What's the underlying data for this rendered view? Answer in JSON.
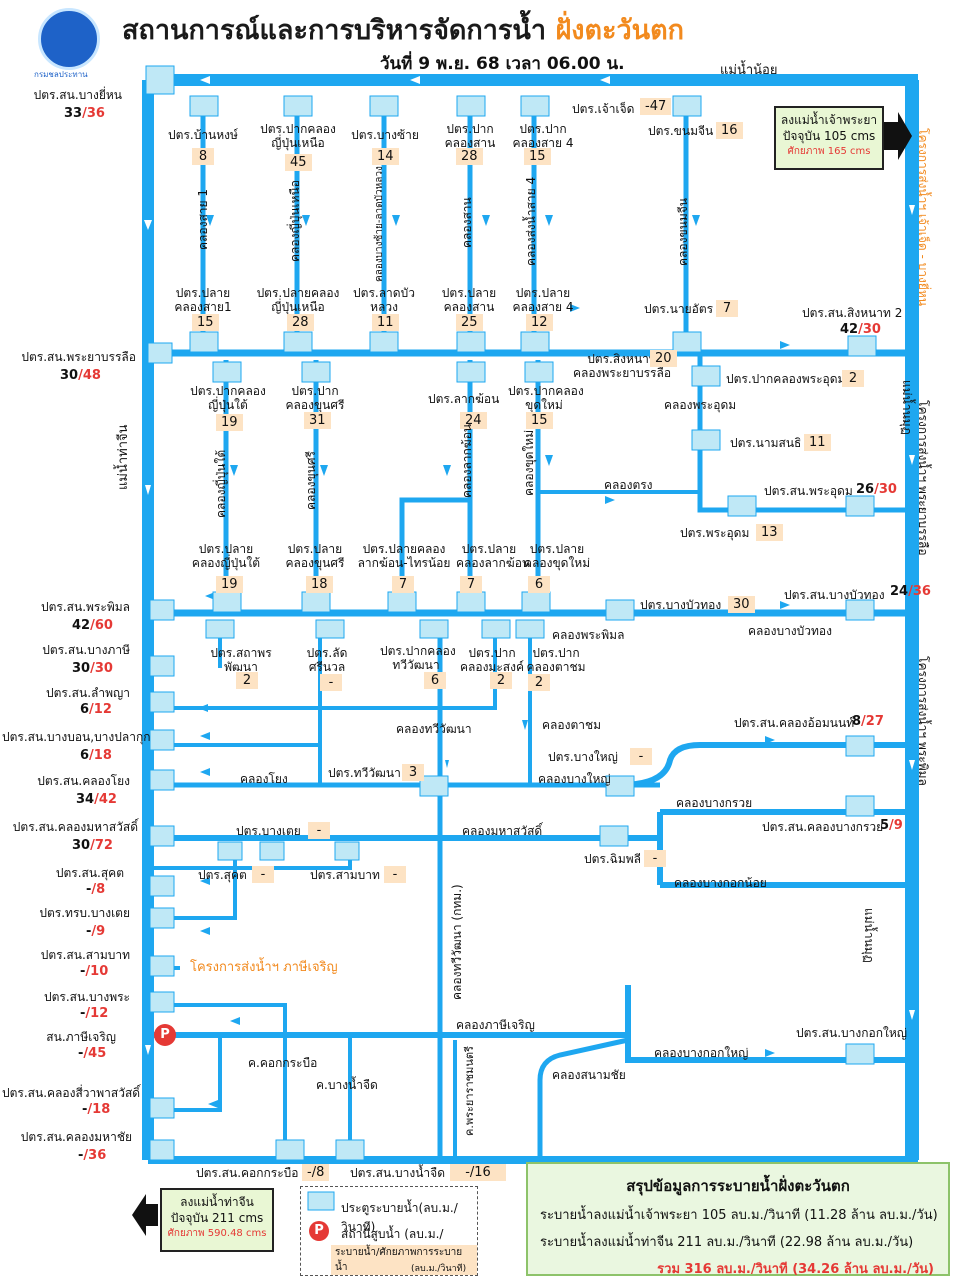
{
  "header": {
    "title_prefix": "สถานการณ์และการบริหารจัดการน้ำ",
    "title_accent": "ฝั่งตะวันตก",
    "date": "วันที่ 9 พ.ย. 68 เวลา 06.00 น.",
    "logo_text": "กรมชลประทาน"
  },
  "rivers": {
    "noi": "แม่น้ำน้อย",
    "tha_chin": "แม่น้ำท่าจีน",
    "right_top": "โครงการส่งน้ำฯ เจ้าเจ็ด - บางยี่หน",
    "right_mid": "โครงการส่งน้ำฯ พระยาบรรลือ",
    "right_bot": "โครงการส่งน้ำฯ พระพิมล",
    "maenam_phutom1": "แม่น้ำนมุฏ",
    "maenam_phutom2": "แม่น้ำนมุฏ"
  },
  "chao_phraya_box": {
    "title": "ลงแม่น้ำเจ้าพระยา",
    "current": "ปัจจุบัน 105 cms",
    "capacity": "ศักยภาพ 165 cms"
  },
  "tha_chin_box": {
    "title": "ลงแม่น้ำท่าจีน",
    "current": "ปัจจุบัน 211 cms",
    "capacity": "ศักยภาพ 590.48 cms"
  },
  "left_stations": [
    {
      "name": "ปตร.สน.บางยี่หน",
      "flow": "33",
      "cap": "/36"
    },
    {
      "name": "ปตร.สน.พระยาบรรลือ",
      "flow": "30",
      "cap": "/48"
    },
    {
      "name": "ปตร.สน.พระพิมล",
      "flow": "42",
      "cap": "/60"
    },
    {
      "name": "ปตร.สน.บางภาษี",
      "flow": "30",
      "cap": "/30"
    },
    {
      "name": "ปตร.สน.ลำพญา",
      "flow": "6",
      "cap": "/12"
    },
    {
      "name": "ปตร.สน.บางบอน,บางปลากุก",
      "flow": "6",
      "cap": "/18"
    },
    {
      "name": "ปตร.สน.คลองโยง",
      "flow": "34",
      "cap": "/42"
    },
    {
      "name": "ปตร.สน.คลองมหาสวัสดิ์",
      "flow": "30",
      "cap": "/72"
    },
    {
      "name": "ปตร.สน.สุคต",
      "flow": "-",
      "cap": "/8"
    },
    {
      "name": "ปตร.ทรบ.บางเตย",
      "flow": "-",
      "cap": "/9"
    },
    {
      "name": "ปตร.สน.สามบาท",
      "flow": "-",
      "cap": "/10"
    },
    {
      "name": "ปตร.สน.บางพระ",
      "flow": "-",
      "cap": "/12"
    },
    {
      "name": "สน.ภาษีเจริญ",
      "flow": "-",
      "cap": "/45"
    },
    {
      "name": "ปตร.สน.คลองสี่วาพาสวัสดิ์",
      "flow": "-",
      "cap": "/18"
    },
    {
      "name": "ปตร.สน.คลองมหาชัย",
      "flow": "-",
      "cap": "/36"
    }
  ],
  "right_stations": [
    {
      "name": "ปตร.สน.สิงหนาท 2",
      "flow": "42",
      "cap": "/30"
    },
    {
      "name": "ปตร.สน.พระอุดม",
      "flow": "26",
      "cap": "/30"
    },
    {
      "name": "ปตร.สน.บางบัวทอง",
      "flow": "24",
      "cap": "/36"
    },
    {
      "name": "ปตร.สน.คลองอ้อมนนท์",
      "flow": "8",
      "cap": "/27"
    },
    {
      "name": "ปตร.สน.คลองบางกรวย",
      "flow": "5",
      "cap": "/9"
    },
    {
      "name": "ปตร.สน.บางกอกใหญ่",
      "flow": "",
      "cap": ""
    }
  ],
  "bottom_stations": [
    {
      "name": "ปตร.สน.คอกกระบือ",
      "value": "-/8"
    },
    {
      "name": "ปตร.สน.บางน้ำจืด",
      "value": "-/16"
    }
  ],
  "gates": [
    {
      "name": "ปตร.เจ้าเจ็ด",
      "value": "-47"
    },
    {
      "name": "ปตร.บ้านหงษ์",
      "value": "8"
    },
    {
      "name": "ปตร.ปากคลอง\nญี่ปุ่นเหนือ",
      "value": "45"
    },
    {
      "name": "ปตร.บางซ้าย",
      "value": "14"
    },
    {
      "name": "ปตร.ปาก\nคลองสาน",
      "value": "28"
    },
    {
      "name": "ปตร.ปาก\nคลองสาย 4",
      "value": "15"
    },
    {
      "name": "ปตร.ขนมจีน",
      "value": "16"
    },
    {
      "name": "ปตร.ปลาย\nคลองสาย1",
      "value": "15"
    },
    {
      "name": "ปตร.ปลายคลอง\nญี่ปุ่นเหนือ",
      "value": "28"
    },
    {
      "name": "ปตร.ลาดบัว\nหลวง",
      "value": "11"
    },
    {
      "name": "ปตร.ปลาย\nคลองสาน",
      "value": "25"
    },
    {
      "name": "ปตร.ปลาย\nคลองสาย 4",
      "value": "12"
    },
    {
      "name": "ปตร.นายอัตร",
      "value": "7"
    },
    {
      "name": "ปตร.สิงหนาท\nคลองพระยาบรรลือ",
      "value": "20"
    },
    {
      "name": "ปตร.ปากคลองพระอุดม",
      "value": "2"
    },
    {
      "name": "ปตร.ปากคลอง\nญี่ปุ่นใต้",
      "value": "19"
    },
    {
      "name": "ปตร.ปาก\nคลองขุนศรี",
      "value": "31"
    },
    {
      "name": "ปตร.ลากฆ้อน",
      "value": "24"
    },
    {
      "name": "ปตร.ปากคลอง\nขุดใหม่",
      "value": "15"
    },
    {
      "name": "ปตร.นามสนธิ",
      "value": "11"
    },
    {
      "name": "ปตร.พระอุดม",
      "value": "13"
    },
    {
      "name": "ปตร.ปลาย\nคลองญี่ปุ่นใต้",
      "value": "19"
    },
    {
      "name": "ปตร.ปลาย\nคลองขุนศรี",
      "value": "18"
    },
    {
      "name": "ปตร.ปลายคลอง\nลากฆ้อน-ไทรน้อย",
      "value": "7"
    },
    {
      "name": "ปตร.ปลาย\nคลองลากฆ้อน",
      "value": "7"
    },
    {
      "name": "ปตร.ปลาย\nคลองขุดใหม่",
      "value": "6"
    },
    {
      "name": "ปตร.บางบัวทอง",
      "value": "30"
    },
    {
      "name": "ปตร.สถาพร\nพัฒนา",
      "value": "2"
    },
    {
      "name": "ปตร.ลัด\nศรีนวล",
      "value": "-"
    },
    {
      "name": "ปตร.ปากคลอง\nทวีวัฒนา",
      "value": "6"
    },
    {
      "name": "ปตร.ปาก\nคลองมะสงค์",
      "value": "2"
    },
    {
      "name": "ปตร.ปาก\nคลองตาชม",
      "value": "2"
    },
    {
      "name": "ปตร.บางใหญ่",
      "value": "-"
    },
    {
      "name": "ปตร.ทวีวัฒนา",
      "value": "3"
    },
    {
      "name": "ปตร.บางเตย",
      "value": "-"
    },
    {
      "name": "ปตร.ฉิมพลี",
      "value": "-"
    },
    {
      "name": "ปตร.สุคต",
      "value": "-"
    },
    {
      "name": "ปตร.สามบาท",
      "value": "-"
    }
  ],
  "canals_vertical": [
    "คลองสาย 1",
    "คลองญี่ปุ่นเหนือ",
    "คลองบางซ้าย-ลาดบัวหลวง",
    "คลองสาน",
    "คลองส่งน้ำสาย 4",
    "คลองขนมจีน",
    "คลองญี่ปุ่นใต้",
    "คลองขุนศรี",
    "คลองลากฆ้อน",
    "คลองขุดใหม่",
    "คลองทวีวัฒนา (กทม.)",
    "ค.พระยาราชมนตรี"
  ],
  "canals_horizontal": [
    "คลองพระอุดม",
    "คลองตรง",
    "คลองพระพิมล",
    "คลองบางบัวทอง",
    "คลองทวีวัฒนา",
    "คลองตาชม",
    "คลองโยง",
    "คลองบางใหญ่",
    "คลองบางกรวย",
    "คลองมหาสวัสดิ์",
    "คลองบางกอกน้อย",
    "คลองภาษีเจริญ",
    "คลองบางกอกใหญ่",
    "ค.คอกกระบือ",
    "ค.บางน้ำจืด",
    "คลองสนามชัย"
  ],
  "project_label": "โครงการส่งน้ำฯ ภาษีเจริญ",
  "legend": {
    "gate": "ประตูระบายน้ำ(ลบ.ม./วินาที)",
    "pump": "สถานีสูบน้ำ (ลบ.ม./วินาที)",
    "ratio": "ระบายน้ำ/ศักยภาพการระบายน้ำ",
    "unit": "(ลบ.ม./วินาที)",
    "pump_letter": "P"
  },
  "summary": {
    "title": "สรุปข้อมูลการระบายน้ำฝั่งตะวันตก",
    "line1": "ระบายน้ำลงแม่น้ำเจ้าพระยา 105 ลบ.ม./วินาที (11.28 ล้าน ลบ.ม./วัน)",
    "line2": "ระบายน้ำลงแม่น้ำท่าจีน 211 ลบ.ม./วินาที (22.98 ล้าน ลบ.ม./วัน)",
    "total": "รวม 316 ลบ.ม./วินาที (34.26 ล้าน ลบ.ม./วัน)"
  },
  "colors": {
    "water": "#1ea7f0",
    "accent": "#f28a1e",
    "cap": "#e53935",
    "num_bg": "#fde3c4",
    "box_bg": "#e9f7d4"
  }
}
